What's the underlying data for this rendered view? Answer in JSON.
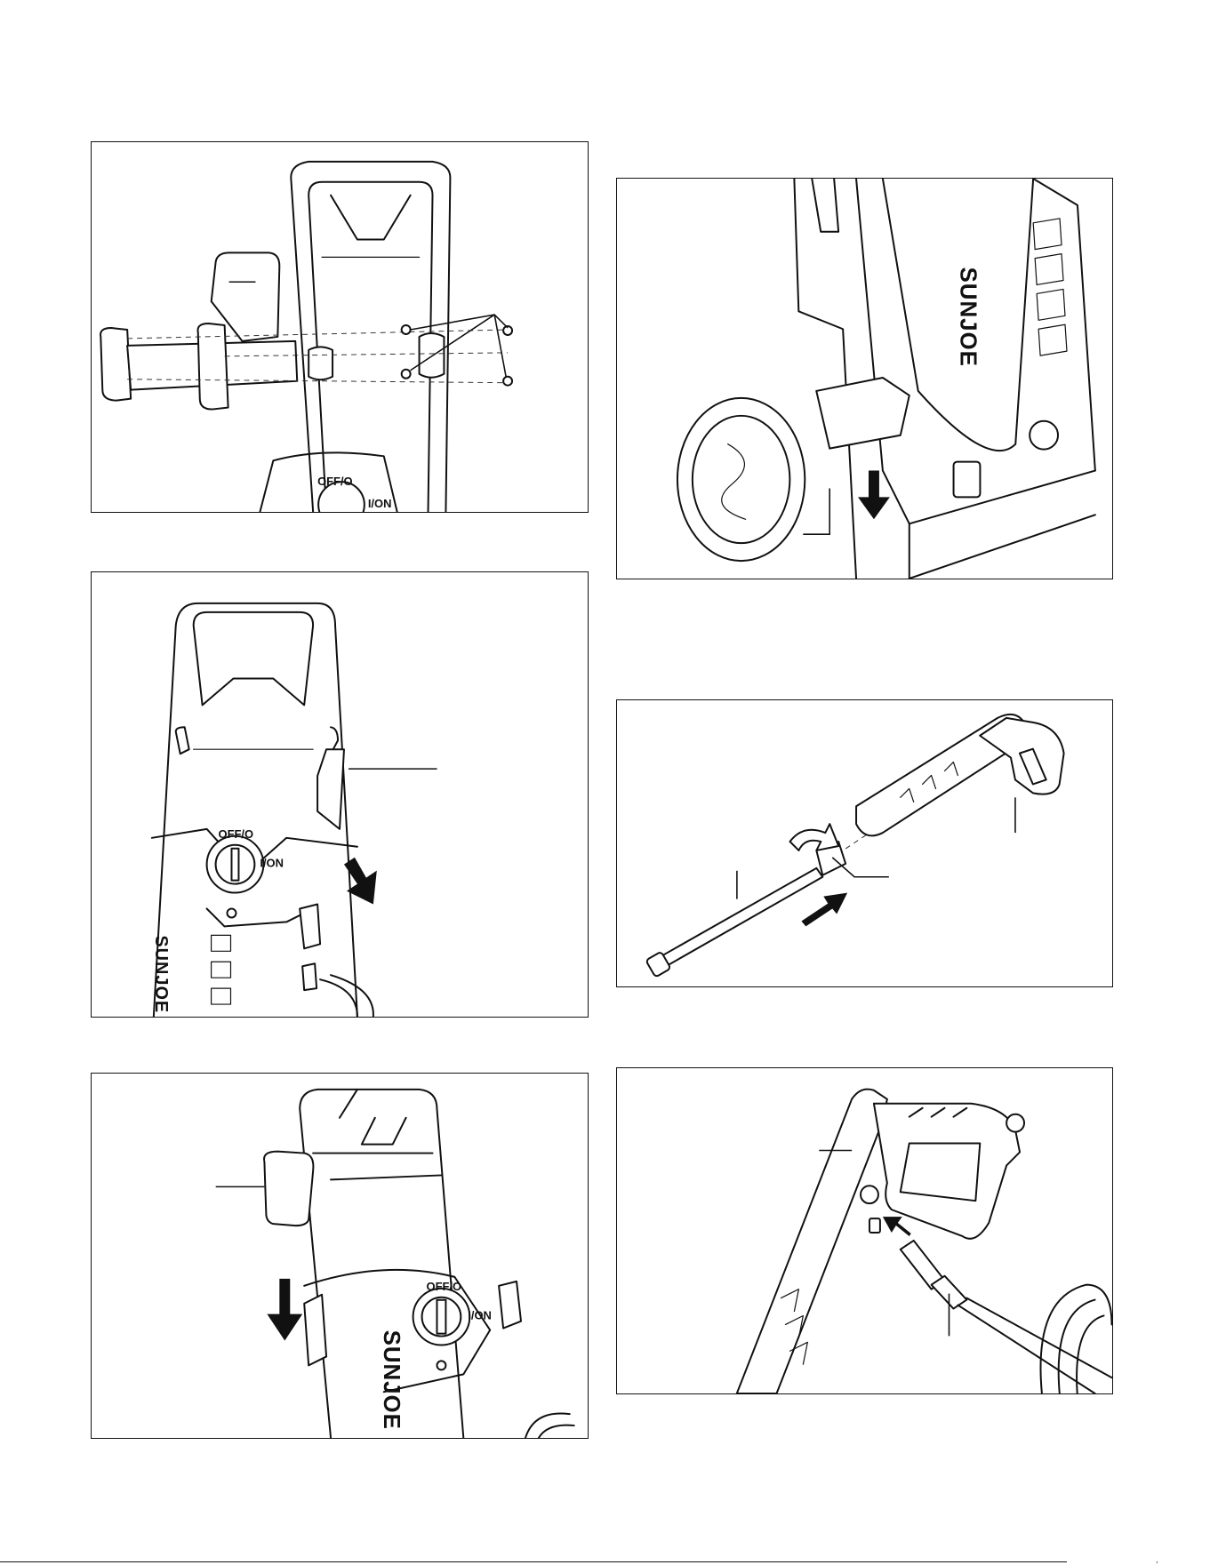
{
  "panels": {
    "fig1": {
      "switch_off": "OFF/O",
      "switch_on": "I/ON"
    },
    "fig2": {
      "switch_off": "OFF/O",
      "switch_on": "I/ON",
      "brand": "SUNJOE"
    },
    "fig3": {
      "switch_off": "OFF/O",
      "switch_on": "I/ON",
      "brand": "SUNJOE"
    },
    "fig4": {
      "brand": "SUNJOE"
    }
  },
  "footer": {
    "mark": ","
  }
}
